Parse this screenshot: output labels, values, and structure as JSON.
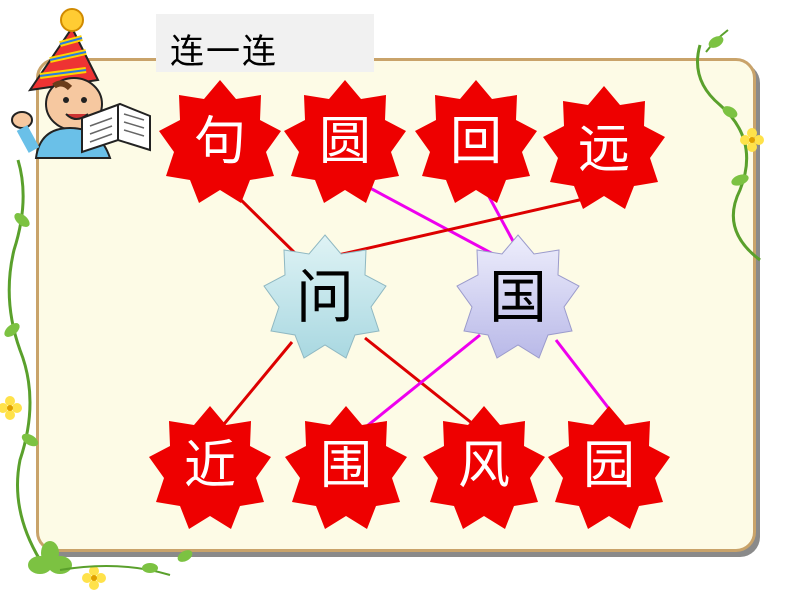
{
  "title": "连一连",
  "top_row": [
    "句",
    "圆",
    "回",
    "远"
  ],
  "middle_row": [
    "问",
    "国"
  ],
  "bottom_row": [
    "近",
    "围",
    "风",
    "园"
  ],
  "colors": {
    "red_star": "#ee0000",
    "line_red": "#dd0000",
    "line_magenta": "#ee00ee",
    "star_left": "#bfe3ea",
    "star_right": "#d6d6f2",
    "board_bg": "#fdfbe6",
    "board_border": "#c9a36a"
  },
  "icons": [
    "boy-reading-clipart",
    "vine-flower-decoration"
  ]
}
